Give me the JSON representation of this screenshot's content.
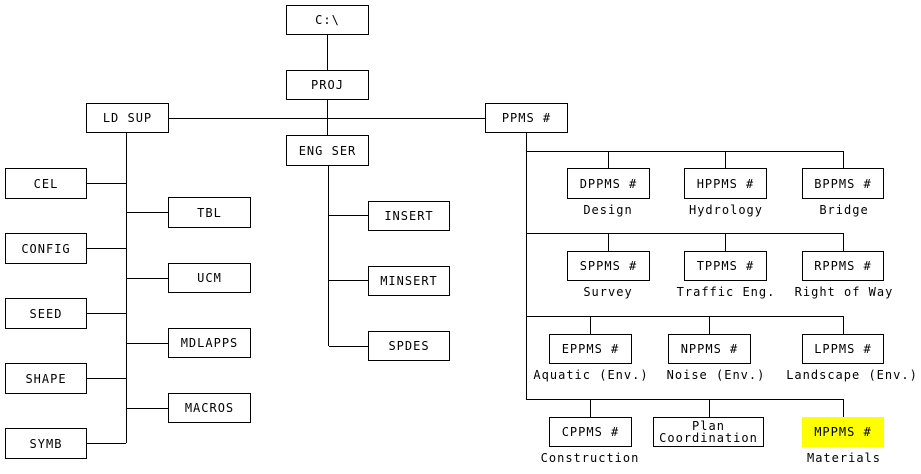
{
  "diagram": {
    "title": "Directory structure",
    "highlight_color": "#ffff00",
    "nodes": {
      "root": {
        "label": "C:\\"
      },
      "proj": {
        "label": "PROJ"
      },
      "ldsup": {
        "label": "LD SUP"
      },
      "engser": {
        "label": "ENG SER"
      },
      "ppms": {
        "label": "PPMS #"
      },
      "cel": {
        "label": "CEL"
      },
      "config": {
        "label": "CONFIG"
      },
      "seed": {
        "label": "SEED"
      },
      "shape": {
        "label": "SHAPE"
      },
      "symb": {
        "label": "SYMB"
      },
      "tbl": {
        "label": "TBL"
      },
      "ucm": {
        "label": "UCM"
      },
      "mdlapps": {
        "label": "MDLAPPS"
      },
      "macros": {
        "label": "MACROS"
      },
      "insert": {
        "label": "INSERT"
      },
      "minsert": {
        "label": "MINSERT"
      },
      "spdes": {
        "label": "SPDES"
      },
      "dppms": {
        "label": "DPPMS #",
        "caption": "Design"
      },
      "hppms": {
        "label": "HPPMS #",
        "caption": "Hydrology"
      },
      "bppms": {
        "label": "BPPMS #",
        "caption": "Bridge"
      },
      "sppms": {
        "label": "SPPMS #",
        "caption": "Survey"
      },
      "tppms": {
        "label": "TPPMS #",
        "caption": "Traffic Eng."
      },
      "rppms": {
        "label": "RPPMS #",
        "caption": "Right of Way"
      },
      "eppms": {
        "label": "EPPMS #",
        "caption": "Aquatic (Env.)"
      },
      "nppms": {
        "label": "NPPMS #",
        "caption": "Noise (Env.)"
      },
      "lppms": {
        "label": "LPPMS #",
        "caption": "Landscape (Env.)"
      },
      "cppms": {
        "label": "CPPMS #",
        "caption": "Construction"
      },
      "plan": {
        "label_line1": "Plan",
        "label_line2": "Coordination"
      },
      "mppms": {
        "label": "MPPMS #",
        "caption": "Materials",
        "highlighted": true
      }
    }
  }
}
